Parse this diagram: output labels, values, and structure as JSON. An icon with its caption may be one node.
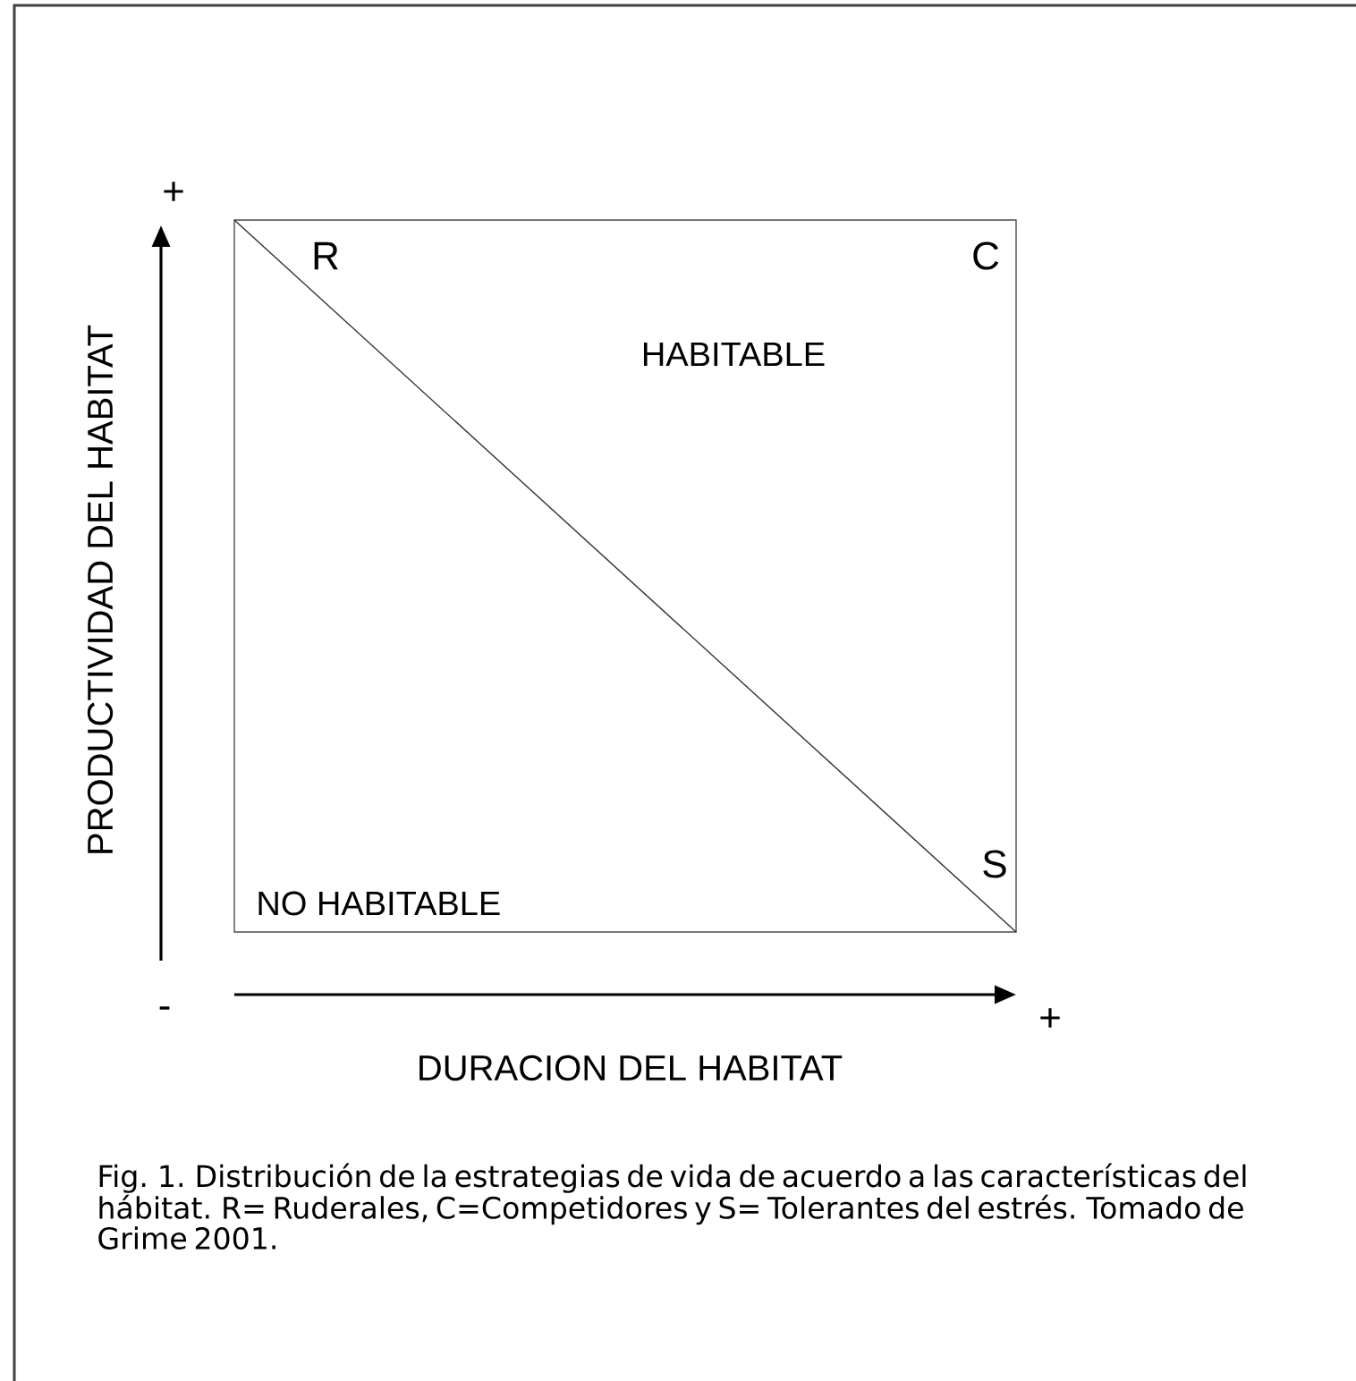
{
  "diagram": {
    "caption": "Fig. 1. Distribución de la estrategias de vida de acuerdo a las características del hábitat. R= Ruderales, C=Competidores y S= Tolerantes del estrés. Tomado de Grime 2001.",
    "labels": [
      "+",
      "R",
      "C",
      "HABITABLE",
      "PRODUCTIVIDAD DEL HABITAT",
      "S",
      "NO HABITABLE",
      "-",
      "+",
      "DURACION DEL HABITAT"
    ]
  }
}
